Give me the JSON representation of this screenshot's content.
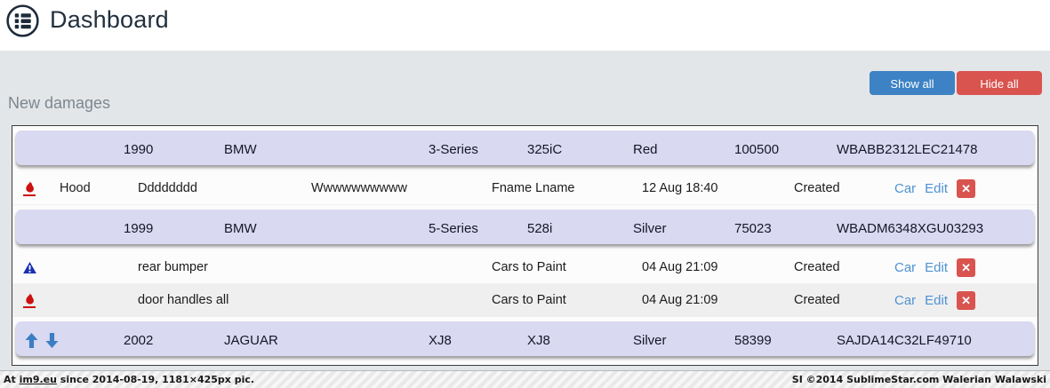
{
  "header": {
    "title": "Dashboard"
  },
  "toolbar": {
    "show_all_label": "Show all",
    "hide_all_label": "Hide all"
  },
  "section": {
    "title": "New damages"
  },
  "icons": {
    "menu": "circled-list",
    "flame": "flame",
    "warning": "warning-triangle",
    "sort_up": "arrow-up",
    "sort_down": "arrow-down",
    "delete": "✕"
  },
  "colors": {
    "header_text": "#22303e",
    "button_blue": "#3d82c4",
    "button_red": "#d9534f",
    "car_row_highlight": "#d9d9f2",
    "link_blue": "#4e92d3",
    "flame_red": "#cc1111",
    "warning_blue": "#1b2fb0",
    "arrow_blue": "#3c7ec2"
  },
  "table": {
    "rows": [
      {
        "type": "car",
        "year": "1990",
        "make": "BMW",
        "model": "3-Series",
        "trim": "325iC",
        "color": "Red",
        "mileage": "100500",
        "vin": "WBABB2312LEC21478"
      },
      {
        "type": "damage",
        "icon": "flame",
        "part": "Hood",
        "name": "Dddddddd",
        "assignee": "Wwwwwwwwww",
        "client": "Fname Lname",
        "date": "12 Aug 18:40",
        "status": "Created",
        "links": {
          "car": "Car",
          "edit": "Edit"
        }
      },
      {
        "type": "car",
        "year": "1999",
        "make": "BMW",
        "model": "5-Series",
        "trim": "528i",
        "color": "Silver",
        "mileage": "75023",
        "vin": "WBADM6348XGU03293"
      },
      {
        "type": "damage",
        "icon": "warning",
        "part": "",
        "name": "rear bumper",
        "assignee": "",
        "client": "Cars to Paint",
        "date": "04 Aug 21:09",
        "status": "Created",
        "links": {
          "car": "Car",
          "edit": "Edit"
        }
      },
      {
        "type": "damage",
        "icon": "flame",
        "part": "",
        "name": "door handles all",
        "assignee": "",
        "client": "Cars to Paint",
        "date": "04 Aug 21:09",
        "status": "Created",
        "links": {
          "car": "Car",
          "edit": "Edit"
        }
      },
      {
        "type": "car",
        "year": "2002",
        "make": "JAGUAR",
        "model": "XJ8",
        "trim": "XJ8",
        "color": "Silver",
        "mileage": "58399",
        "vin": "SAJDA14C32LF49710",
        "sortable": true
      }
    ]
  },
  "footer": {
    "left_prefix": "At ",
    "left_link": "im9.eu",
    "left_suffix": " since 2014-08-19, 1181×425px pic.",
    "right": "SI ©2014 SublimeStar.com Walerian Walawski"
  }
}
